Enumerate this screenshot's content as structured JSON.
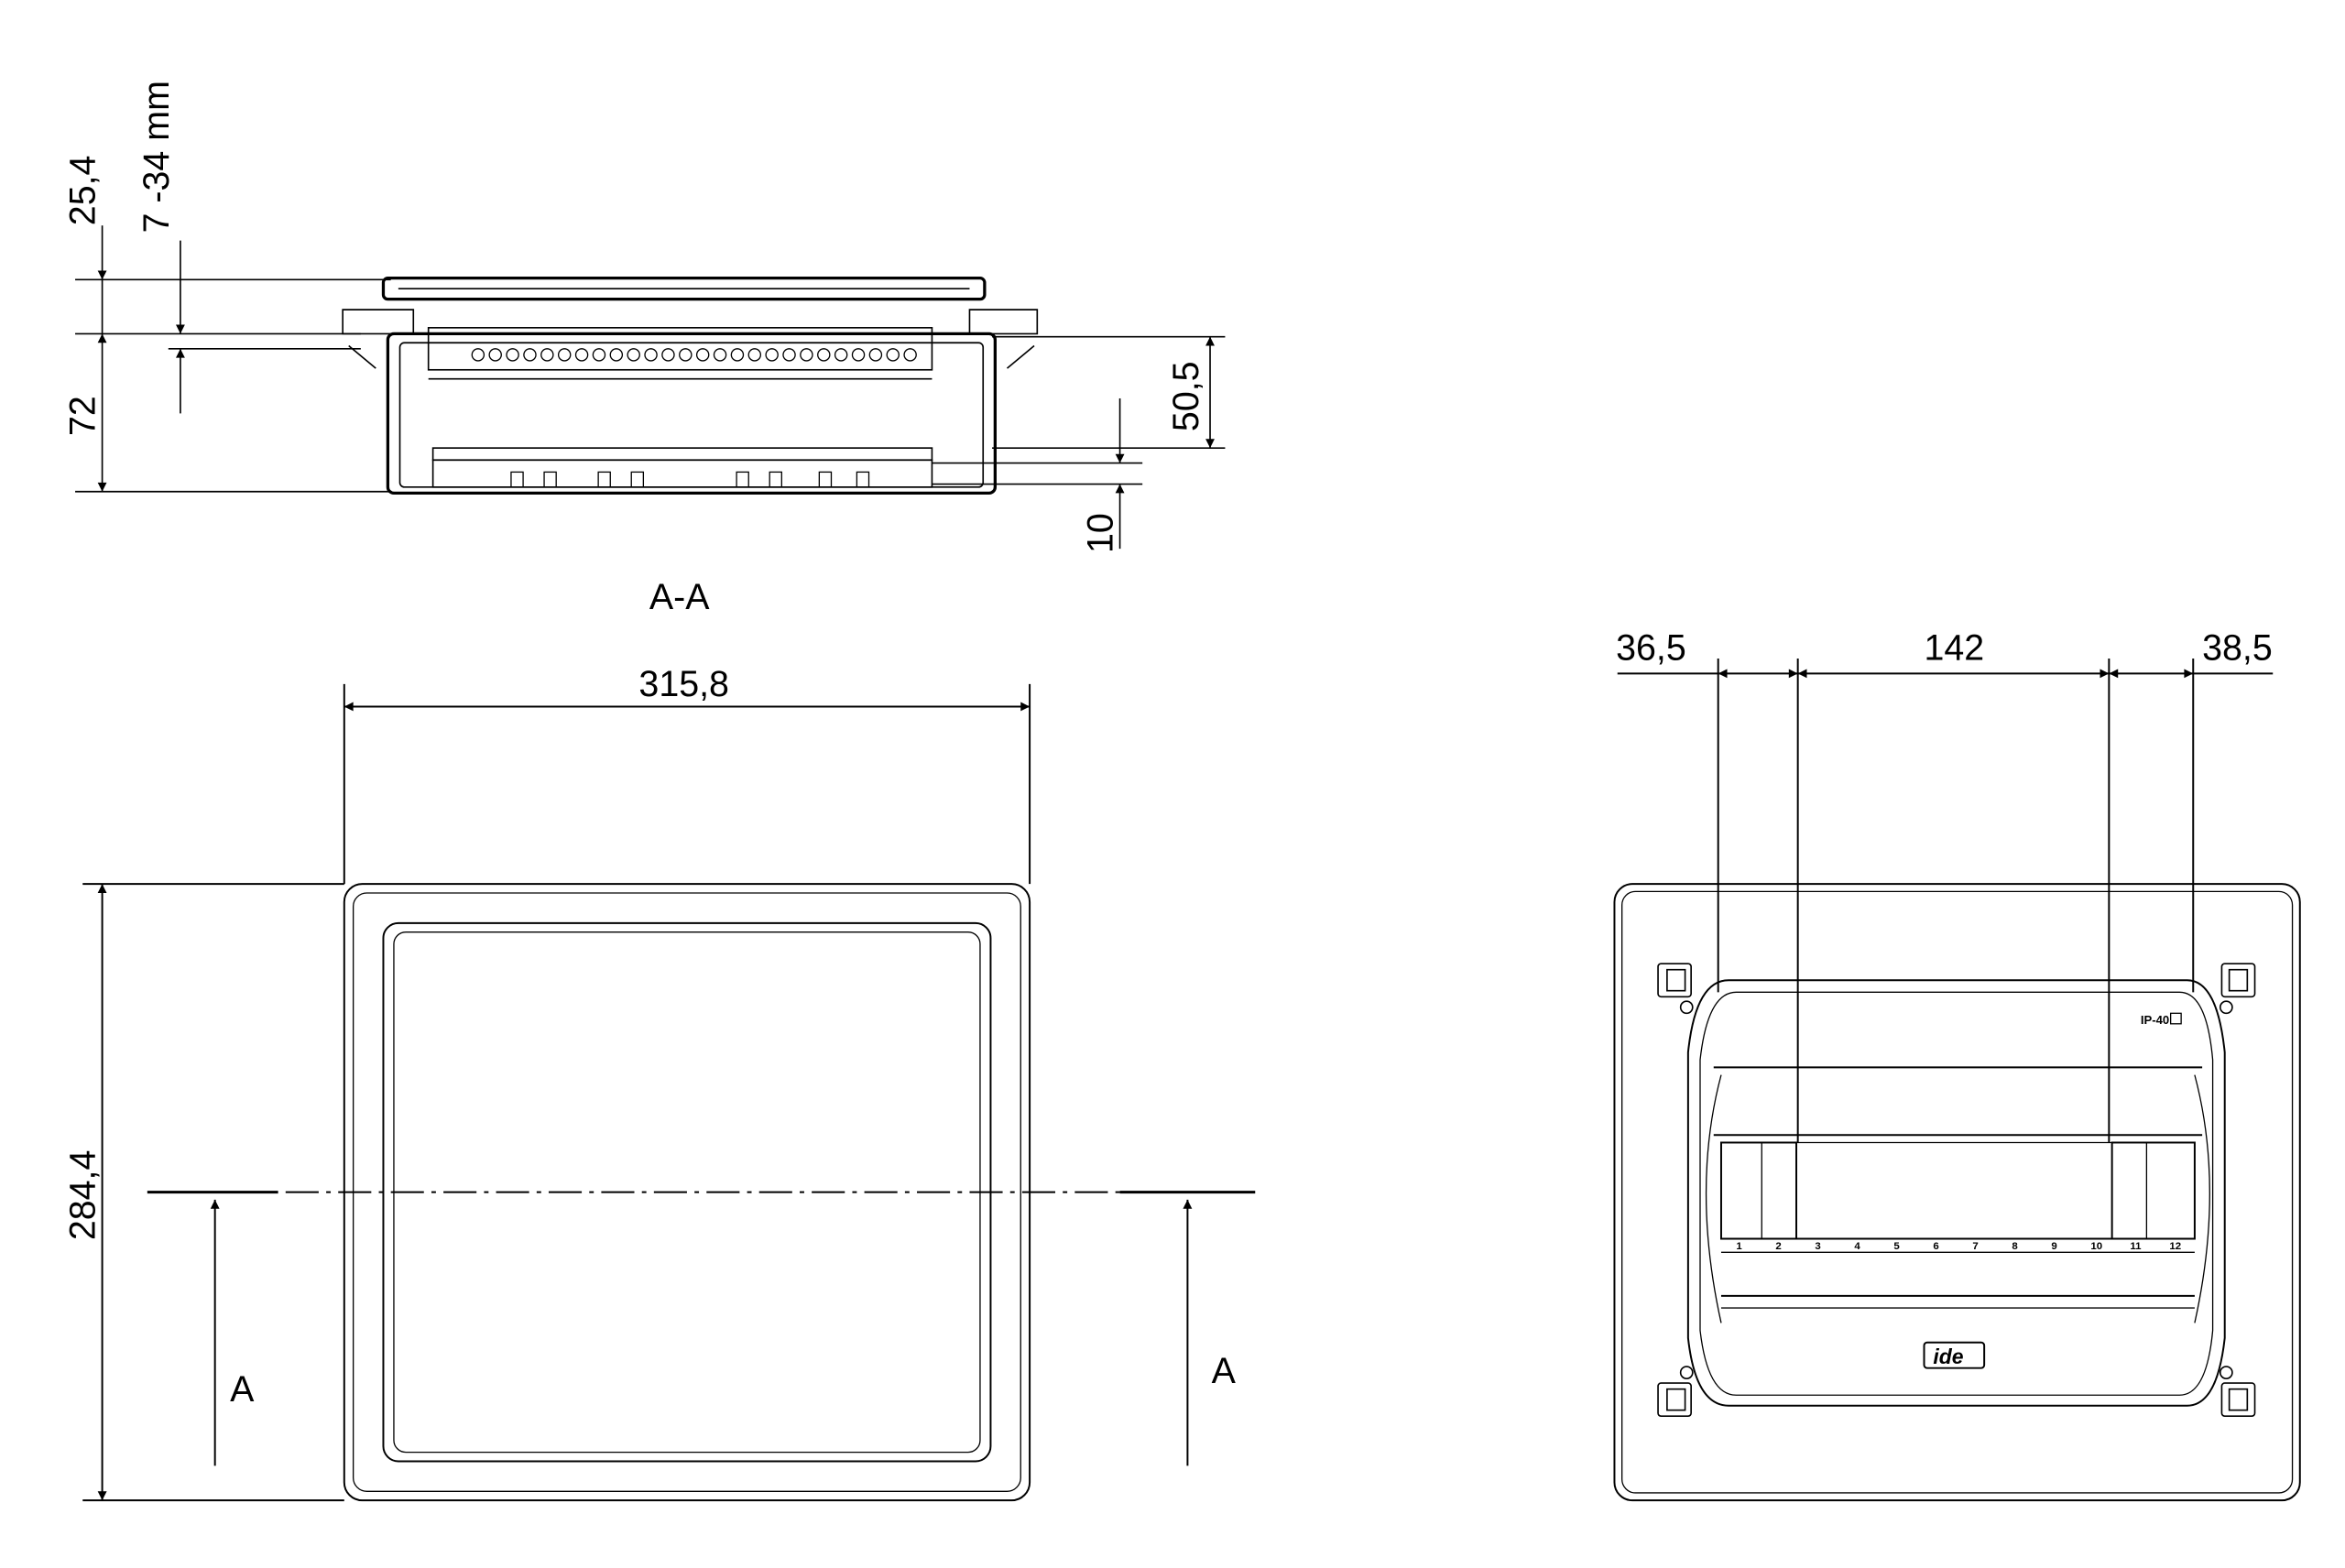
{
  "section_view": {
    "dim_25_4": "25,4",
    "dim_7_34": "7 -34 mm",
    "dim_72": "72",
    "dim_50_5": "50,5",
    "dim_10": "10",
    "section_label": "A-A"
  },
  "front_view": {
    "dim_width": "315,8",
    "dim_height": "284,4",
    "cut_left": "A",
    "cut_right": "A"
  },
  "inside_view": {
    "dim_36_5": "36,5",
    "dim_142": "142",
    "dim_38_5": "38,5",
    "ip_rating": "IP-40",
    "logo": "ide",
    "module_numbers": [
      "1",
      "2",
      "3",
      "4",
      "5",
      "6",
      "7",
      "8",
      "9",
      "10",
      "11",
      "12"
    ]
  }
}
